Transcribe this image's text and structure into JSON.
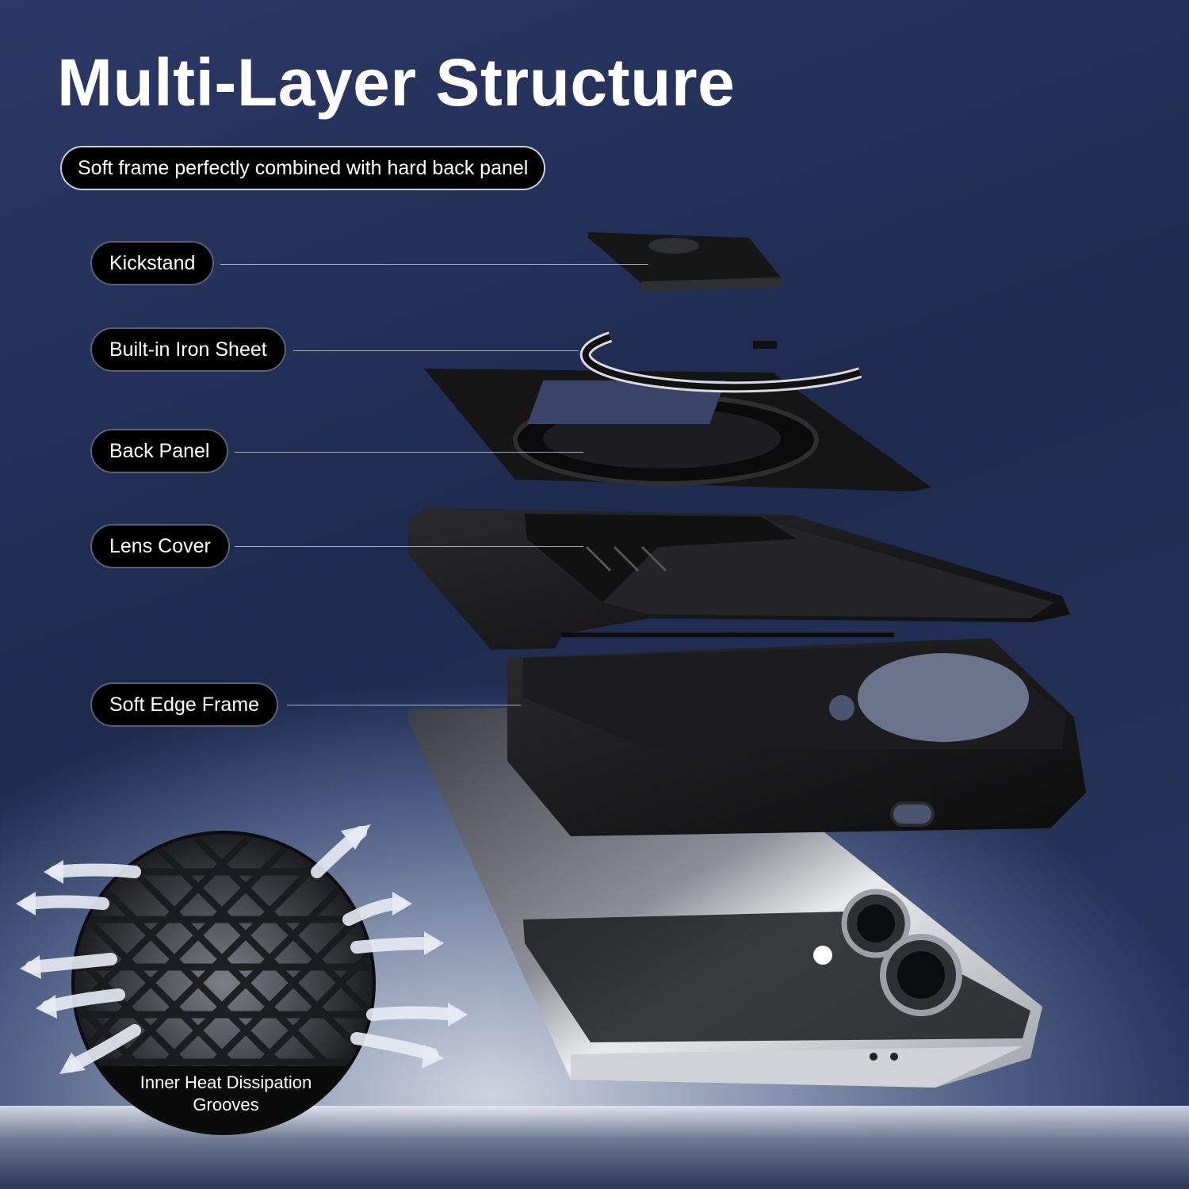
{
  "title": "Multi-Layer Structure",
  "subtitle": "Soft frame perfectly combined with hard back panel",
  "labels": {
    "kickstand": "Kickstand",
    "iron_sheet": "Built-in Iron Sheet",
    "back_panel": "Back Panel",
    "lens_cover": "Lens Cover",
    "soft_edge_frame": "Soft Edge Frame"
  },
  "heat_badge": {
    "label": "Inner Heat Dissipation Grooves"
  },
  "colors": {
    "background_dark": "#1e2a4e",
    "background_light": "#cdd3df",
    "pill_fill": "#000000",
    "text": "#ffffff",
    "case_black": "#141414"
  }
}
